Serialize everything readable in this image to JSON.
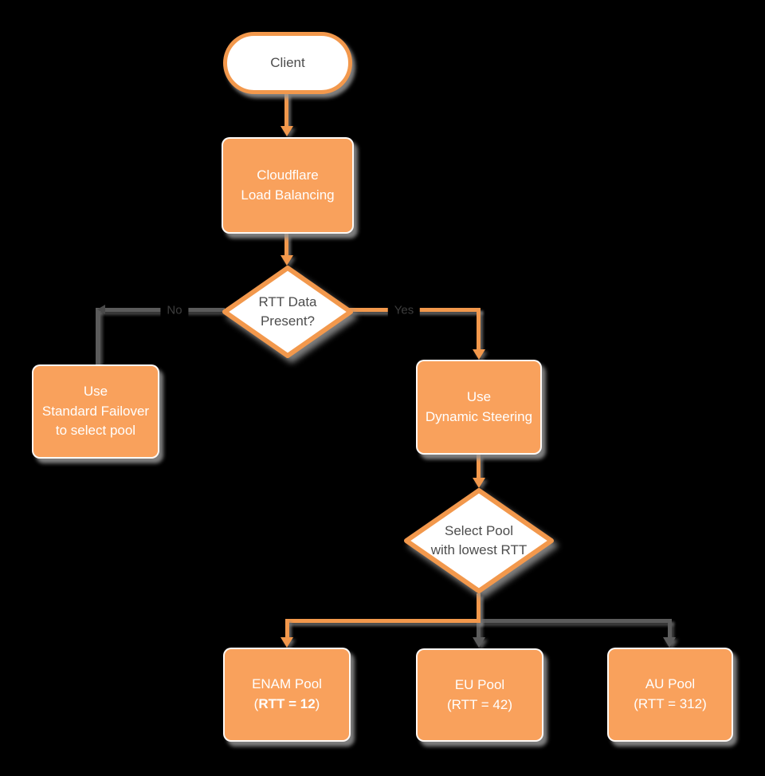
{
  "diagram": {
    "title_implicit": "Cloudflare Load Balancing dynamic steering flowchart",
    "background": "#000000"
  },
  "colors": {
    "node_fill_orange": "#F9A15C",
    "stroke_orange": "#F2984C",
    "edge_gray": "#5B5B5B",
    "shape_fill_white": "#FFFFFF",
    "text_on_orange": "#FFFFFF",
    "text_dark": "#4D4D4D",
    "edge_label_text": "#3D3D3D"
  },
  "nodes": {
    "client": {
      "label": "Client"
    },
    "load_balancer": {
      "line1": "Cloudflare",
      "line2": "Load Balancing"
    },
    "rtt_decision": {
      "line1": "RTT Data",
      "line2": "Present?"
    },
    "standard_failover": {
      "line1": "Use",
      "line2": "Standard Failover",
      "line3": "to select pool"
    },
    "dynamic_steering": {
      "line1": "Use",
      "line2": "Dynamic Steering"
    },
    "select_pool": {
      "line1": "Select Pool",
      "line2": "with lowest RTT"
    },
    "enam_pool": {
      "line1": "ENAM Pool",
      "rtt_open": "(",
      "rtt_bold": "RTT = 12",
      "rtt_close": ")"
    },
    "eu_pool": {
      "line1": "EU Pool",
      "line2": "(RTT = 42)"
    },
    "au_pool": {
      "line1": "AU Pool",
      "line2": "(RTT = 312)"
    }
  },
  "edges": {
    "no_label": "No",
    "yes_label": "Yes"
  }
}
